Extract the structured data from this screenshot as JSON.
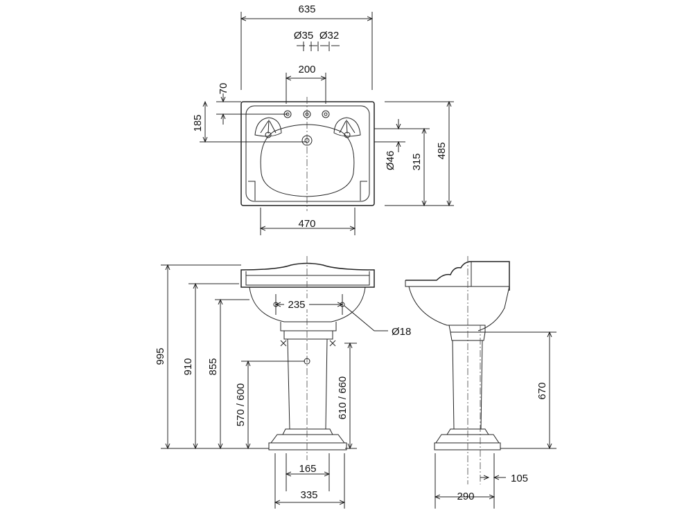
{
  "title": "Pedestal basin dimension drawing",
  "top_view": {
    "width": "635",
    "tap_hole_a": "Ø35",
    "tap_hole_b": "Ø32",
    "tap_spacing": "200",
    "tap_offset": "70",
    "waste_offset": "185",
    "overflow": "Ø46",
    "bowl_depth": "315",
    "depth": "485",
    "bowl_width": "470"
  },
  "front_view": {
    "total_height": "995",
    "rim_height": "910",
    "bowl_height": "855",
    "supply_height": "570 / 600",
    "waste_height": "610 / 660",
    "supply_spacing": "235",
    "supply_diameter": "Ø18",
    "pedestal_width": "165",
    "base_width": "335"
  },
  "side_view": {
    "pedestal_height": "670",
    "base_depth": "290",
    "pedestal_offset": "105"
  }
}
